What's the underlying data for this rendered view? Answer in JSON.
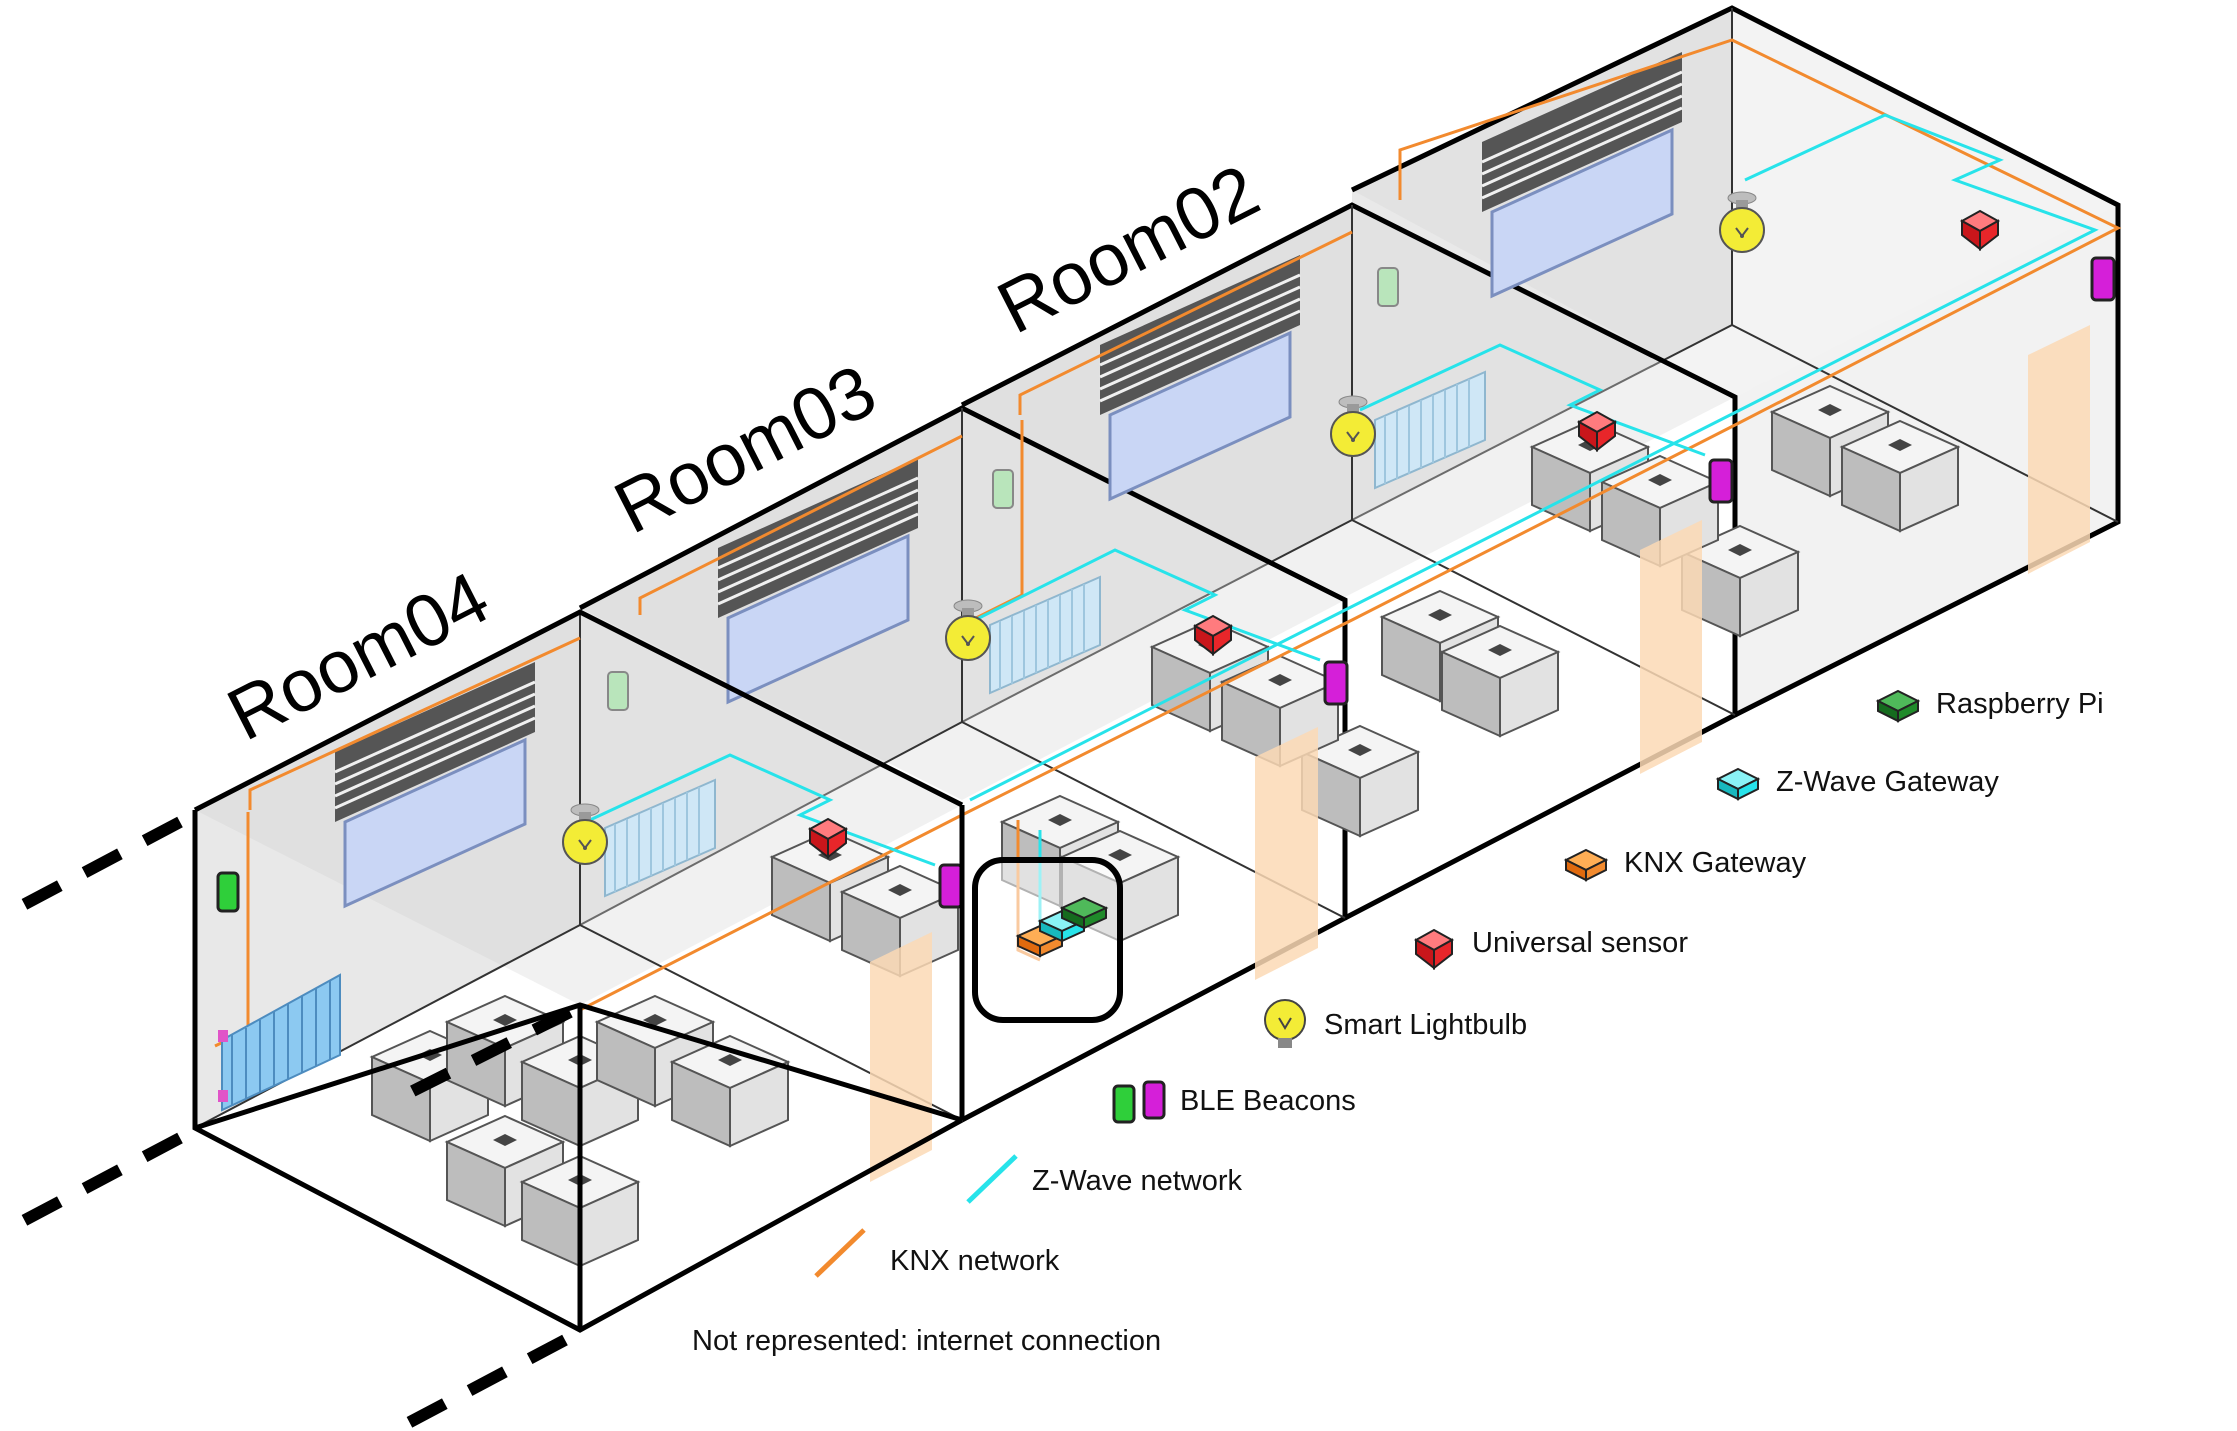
{
  "rooms": [
    {
      "label": "Room04"
    },
    {
      "label": "Room03"
    },
    {
      "label": "Room02"
    }
  ],
  "legend": {
    "raspberry_pi": "Raspberry Pi",
    "zwave_gateway": "Z-Wave Gateway",
    "knx_gateway": "KNX Gateway",
    "universal_sensor": "Universal sensor",
    "smart_lightbulb": "Smart Lightbulb",
    "ble_beacons": "BLE Beacons",
    "zwave_network": "Z-Wave network",
    "knx_network": "KNX network"
  },
  "note": "Not represented: internet connection",
  "colors": {
    "knx": "#f28a2e",
    "zwave": "#27e3ea",
    "sensor": "#e8262a",
    "bulb": "#f3ec36",
    "beacon_green": "#2fcf3a",
    "beacon_magenta": "#d51fd9",
    "raspberry": "#1f8a2a",
    "door": "#fcd9b5",
    "radiator": "#8cc9f1",
    "wall": "#cfcfcf"
  }
}
